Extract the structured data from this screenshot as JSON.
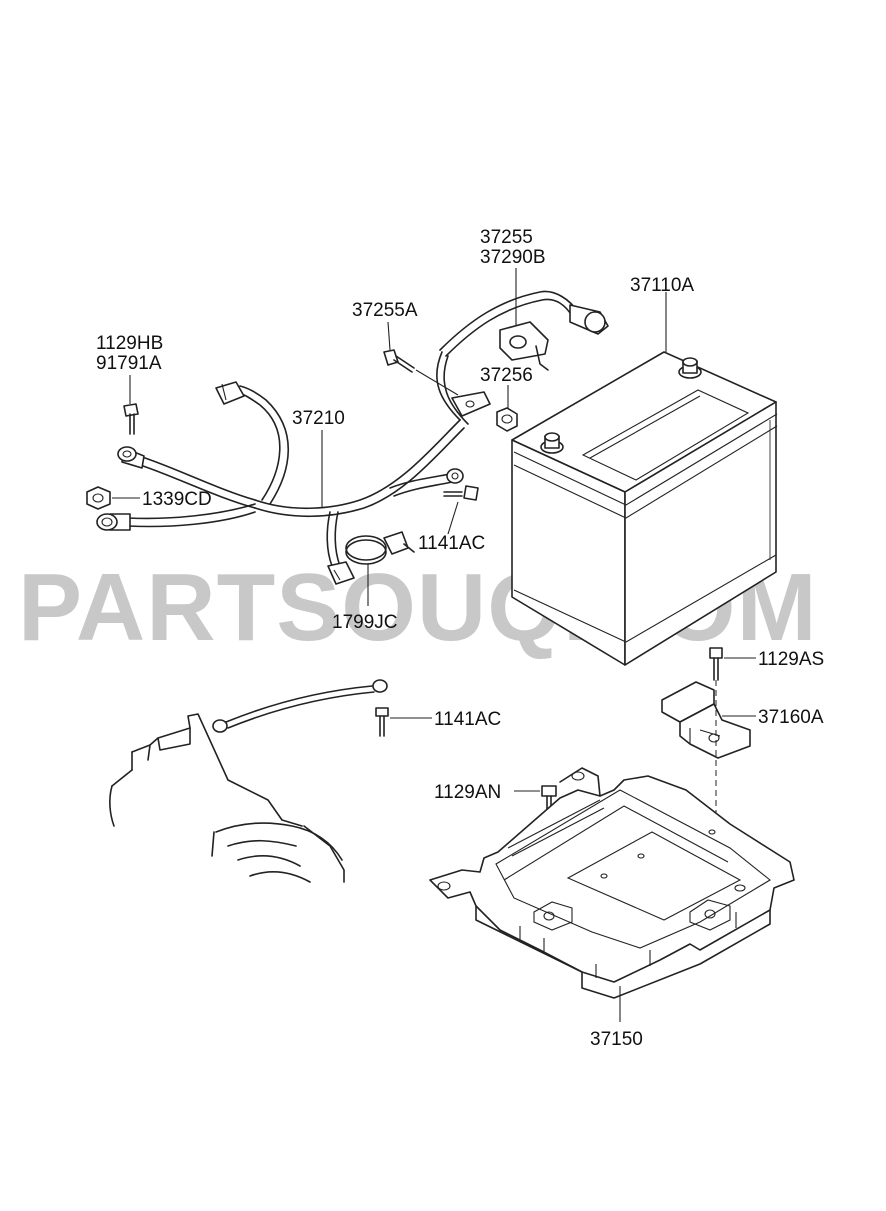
{
  "watermark": "PARTSOUQ.COM",
  "labels": {
    "battery": "37110A",
    "positive_cable_a": "37255",
    "positive_cable_b": "37290B",
    "bolt_37255a": "37255A",
    "nut_37256": "37256",
    "wiring_37210": "37210",
    "bolt_1129hb": "1129HB",
    "bolt_91791a": "91791A",
    "nut_1339cd": "1339CD",
    "bolt_1141ac_top": "1141AC",
    "clamp_1799jc": "1799JC",
    "bolt_1129as": "1129AS",
    "clamp_37160a": "37160A",
    "bolt_1141ac_bottom": "1141AC",
    "bolt_1129an": "1129AN",
    "tray_37150": "37150"
  }
}
